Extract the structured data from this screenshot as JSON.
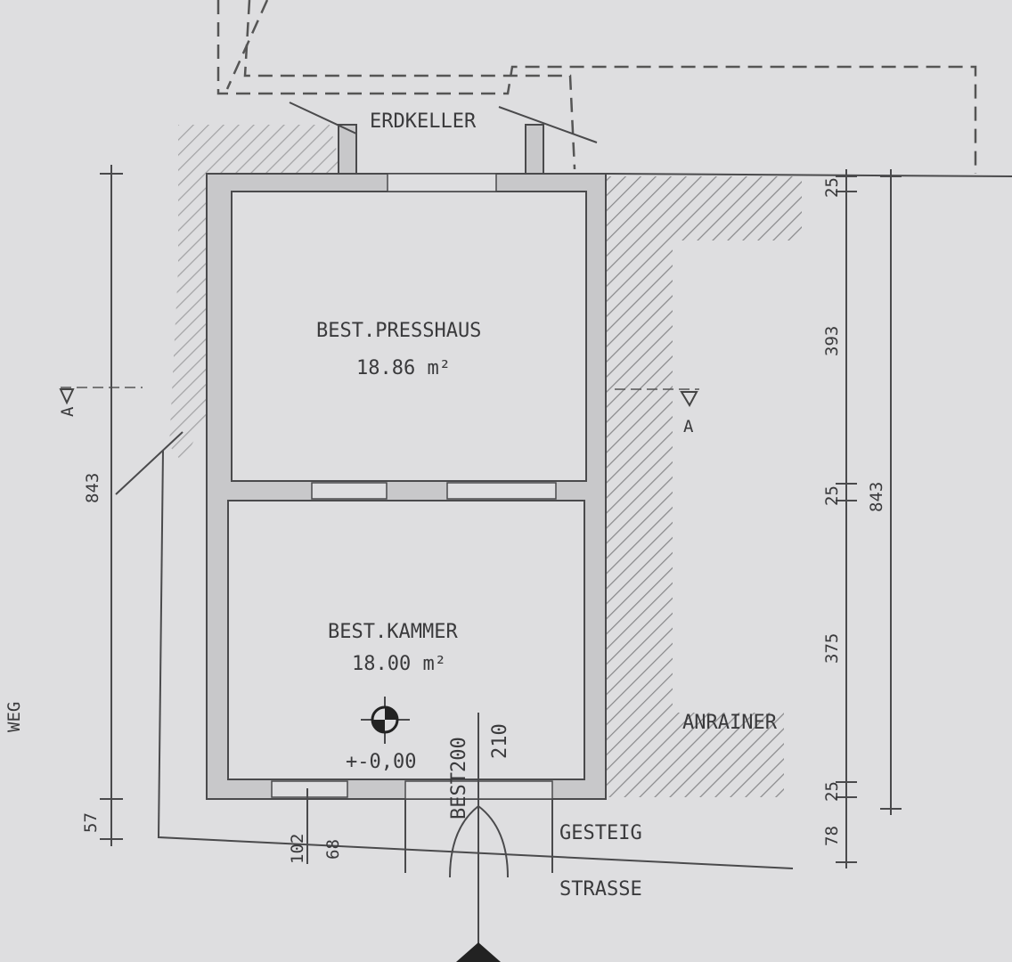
{
  "labels": {
    "erdkeller": "ERDKELLER",
    "presshaus_name": "BEST.PRESSHAUS",
    "presshaus_area": "18.86 m²",
    "kammer_name": "BEST.KAMMER",
    "kammer_area": "18.00 m²",
    "level": "+-0,00",
    "door_left": "BEST200",
    "door_right": "210",
    "gesteig": "GESTEIG",
    "strasse": "STRASSE",
    "anrainer": "ANRAINER",
    "weg": "WEG",
    "section_left": "A",
    "section_right": "A"
  },
  "dimensions": {
    "left_total": "843",
    "left_bottom": "57",
    "bottom_window_a": "102",
    "bottom_window_b": "68",
    "right_top_wall": "25",
    "right_presshaus": "393",
    "right_mid_wall": "25",
    "right_kammer": "375",
    "right_bottom_wall": "25",
    "right_gesteig": "78",
    "right_total": "843"
  }
}
